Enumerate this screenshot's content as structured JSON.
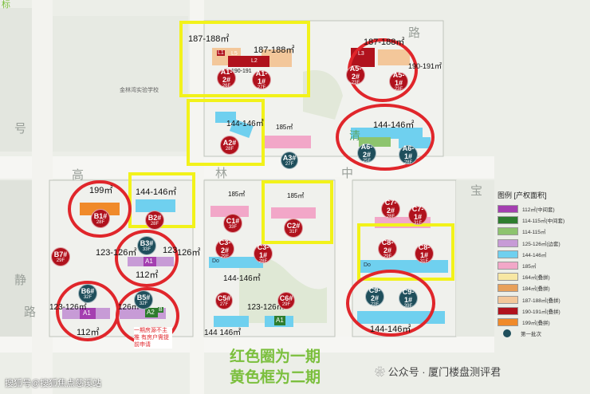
{
  "map": {
    "corner_char": "标",
    "roads": [
      "号",
      "高",
      "林",
      "中",
      "宝",
      "静",
      "路",
      "路"
    ],
    "site_labels": [
      "金林湾实验学校",
      "清"
    ],
    "area_labels": [
      "187-188㎡",
      "187-188㎡",
      "190-191",
      "187-188㎡",
      "190-191㎡",
      "144-146㎡",
      "185㎡",
      "144-146㎡",
      "199㎡",
      "144-146㎡",
      "185㎡",
      "185㎡",
      "123-126㎡",
      "123",
      "126㎡",
      "112㎡",
      "144-146㎡",
      "123-126㎡",
      "126㎡",
      "112㎡",
      "123-126㎡",
      "144 146㎡",
      "144-146㎡"
    ],
    "floor_tags": [
      "L1",
      "L2",
      "L3",
      "L5",
      "A1",
      "A1",
      "A2",
      "A1",
      "B",
      "Do",
      "Do"
    ],
    "buildings": [
      {
        "id": "A1-2#",
        "floors": "26F",
        "color": "#b0121d"
      },
      {
        "id": "A1-1#",
        "floors": "27F",
        "color": "#b0121d"
      },
      {
        "id": "A5-2#",
        "floors": "23F",
        "color": "#b0121d"
      },
      {
        "id": "A5-1#",
        "floors": "23F",
        "color": "#b0121d"
      },
      {
        "id": "A2#",
        "floors": "28F",
        "color": "#b0121d"
      },
      {
        "id": "A3#",
        "floors": "27F",
        "color": "#1f4f5c"
      },
      {
        "id": "A6-2#",
        "floors": "25F",
        "color": "#1f4f5c"
      },
      {
        "id": "A6-1#",
        "floors": "28F",
        "color": "#1f4f5c"
      },
      {
        "id": "B1#",
        "floors": "28F",
        "color": "#b0121d"
      },
      {
        "id": "B2#",
        "floors": "28F",
        "color": "#b0121d"
      },
      {
        "id": "B7#",
        "floors": "29F",
        "color": "#b0121d"
      },
      {
        "id": "B3#",
        "floors": "33F",
        "color": "#1f4f5c"
      },
      {
        "id": "B6#",
        "floors": "32F",
        "color": "#1f4f5c"
      },
      {
        "id": "B5#",
        "floors": "32F",
        "color": "#1f4f5c"
      },
      {
        "id": "C1#",
        "floors": "33F",
        "color": "#b0121d"
      },
      {
        "id": "C2#",
        "floors": "31F",
        "color": "#b0121d"
      },
      {
        "id": "C3-2#",
        "floors": "29F",
        "color": "#b0121d"
      },
      {
        "id": "C3-1#",
        "floors": "28F",
        "color": "#b0121d"
      },
      {
        "id": "C5#",
        "floors": "27F",
        "color": "#b0121d"
      },
      {
        "id": "C6#",
        "floors": "29F",
        "color": "#b0121d"
      },
      {
        "id": "C7-2#",
        "floors": "28F",
        "color": "#b0121d"
      },
      {
        "id": "C7-1#",
        "floors": "31F",
        "color": "#b0121d"
      },
      {
        "id": "C8-2#",
        "floors": "29F",
        "color": "#b0121d"
      },
      {
        "id": "C8-1#",
        "floors": "31F",
        "color": "#b0121d"
      },
      {
        "id": "C9-2#",
        "floors": "23F",
        "color": "#1f4f5c"
      },
      {
        "id": "C9-1#",
        "floors": "39F",
        "color": "#1f4f5c"
      }
    ],
    "note": "一期房源不主推 有房户需提前申请"
  },
  "legend": {
    "title": "图例 [产权面积]",
    "items": [
      {
        "label": "112㎡(中间套)",
        "color": "#a43fb0"
      },
      {
        "label": "114-115㎡(中间套)",
        "color": "#2e7d2e"
      },
      {
        "label": "114-115㎡",
        "color": "#8dc46e"
      },
      {
        "label": "125-126㎡(边套)",
        "color": "#c79bd6"
      },
      {
        "label": "144-146㎡",
        "color": "#6fd0ef"
      },
      {
        "label": "185㎡",
        "color": "#f2a7c8"
      },
      {
        "label": "164㎡(叠拼)",
        "color": "#f7e7a3"
      },
      {
        "label": "184㎡(叠拼)",
        "color": "#e8a05a"
      },
      {
        "label": "187-188㎡(叠拼)",
        "color": "#f3c79a"
      },
      {
        "label": "190-191㎡(叠拼)",
        "color": "#b0121d"
      },
      {
        "label": "199㎡(叠拼)",
        "color": "#f08a2a"
      }
    ],
    "first_batch_label": "第一批次",
    "first_batch_color": "#1f4f5c"
  },
  "captions": {
    "phase1": "红色圈为一期",
    "phase2": "黄色框为二期"
  },
  "footer": {
    "left": "搜狐号@搜狐焦点慈溪站",
    "right": "公众号 · 厦门楼盘测评君"
  }
}
